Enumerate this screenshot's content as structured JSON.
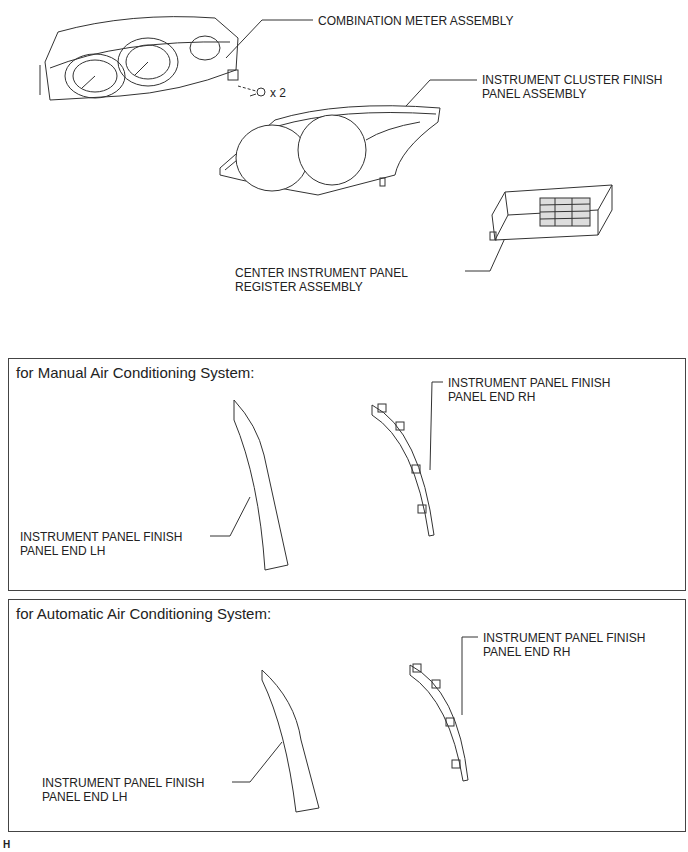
{
  "diagram": {
    "nodes": [
      {
        "text": [
          "for Manual Air Conditioning System:"
        ]
      },
      {
        "text": [
          "for Automatic Air Conditioning System:"
        ]
      }
    ],
    "labels": [
      "COMBINATION METER ASSEMBLY",
      "x 2",
      "INSTRUMENT CLUSTER FINISH PANEL ASSEMBLY",
      "CENTER INSTRUMENT PANEL REGISTER ASSEMBLY",
      "INSTRUMENT PANEL FINISH PANEL END RH",
      "INSTRUMENT PANEL FINISH PANEL END LH",
      "INSTRUMENT PANEL FINISH PANEL END RH",
      "INSTRUMENT PANEL FINISH PANEL END LH",
      "H"
    ]
  }
}
